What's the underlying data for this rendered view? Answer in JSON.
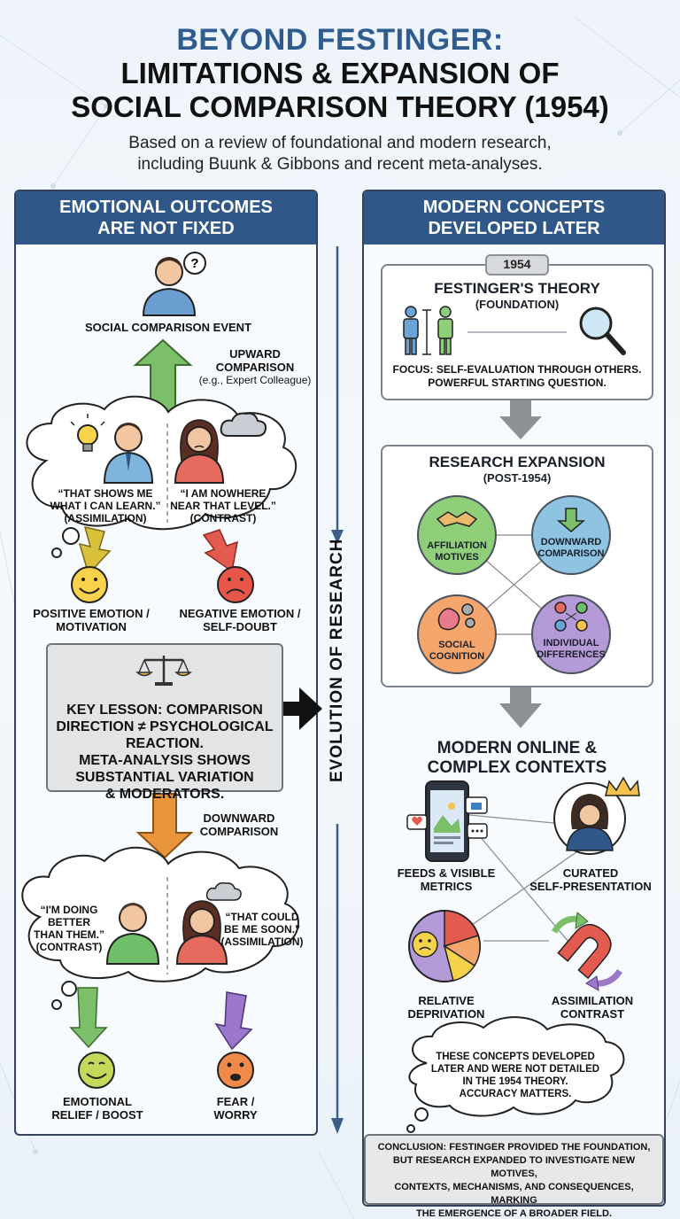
{
  "title": {
    "line1": "BEYOND FESTINGER:",
    "line2": "LIMITATIONS & EXPANSION OF",
    "line3": "SOCIAL COMPARISON THEORY (1954)"
  },
  "subtitle": {
    "line1": "Based on a review of foundational and modern research,",
    "line2": "including Buunk & Gibbons and recent meta-analyses."
  },
  "left_panel": {
    "header_line1": "EMOTIONAL OUTCOMES",
    "header_line2": "ARE NOT FIXED",
    "event_label": "SOCIAL COMPARISON EVENT",
    "upward": {
      "label_line1": "UPWARD",
      "label_line2": "COMPARISON",
      "label_line3": "(e.g., Expert Colleague)",
      "quote_left_l1": "“THAT SHOWS ME",
      "quote_left_l2": "WHAT I CAN LEARN.”",
      "quote_left_l3": "(ASSIMILATION)",
      "quote_right_l1": "“I AM NOWHERE",
      "quote_right_l2": "NEAR THAT LEVEL.”",
      "quote_right_l3": "(CONTRAST)",
      "outcome_pos_l1": "POSITIVE EMOTION /",
      "outcome_pos_l2": "MOTIVATION",
      "outcome_neg_l1": "NEGATIVE EMOTION /",
      "outcome_neg_l2": "SELF-DOUBT"
    },
    "key_lesson": {
      "line1": "KEY LESSON: COMPARISON",
      "line2": "DIRECTION ≠ PSYCHOLOGICAL",
      "line3": "REACTION.",
      "line4": "META-ANALYSIS SHOWS",
      "line5": "SUBSTANTIAL VARIATION",
      "line6": "& MODERATORS."
    },
    "downward": {
      "label_line1": "DOWNWARD",
      "label_line2": "COMPARISON",
      "quote_left_l1": "“I'M DOING",
      "quote_left_l2": "BETTER",
      "quote_left_l3": "THAN THEM.”",
      "quote_left_l4": "(CONTRAST)",
      "quote_right_l1": "“THAT COULD",
      "quote_right_l2": "BE ME SOON.”",
      "quote_right_l3": "(ASSIMILATION)",
      "outcome_relief_l1": "EMOTIONAL",
      "outcome_relief_l2": "RELIEF / BOOST",
      "outcome_fear_l1": "FEAR /",
      "outcome_fear_l2": "WORRY"
    }
  },
  "center": {
    "vertical_label": "EVOLUTION OF RESEARCH"
  },
  "right_panel": {
    "header_line1": "MODERN CONCEPTS",
    "header_line2": "DEVELOPED LATER",
    "year_badge": "1954",
    "theory": {
      "title": "FESTINGER'S THEORY",
      "subtitle": "(FOUNDATION)",
      "focus_line1": "FOCUS: SELF-EVALUATION THROUGH OTHERS.",
      "focus_line2": "POWERFUL STARTING QUESTION."
    },
    "expansion": {
      "title": "RESEARCH EXPANSION",
      "subtitle": "(POST-1954)",
      "items": [
        {
          "l1": "AFFILIATION",
          "l2": "MOTIVES"
        },
        {
          "l1": "DOWNWARD",
          "l2": "COMPARISON"
        },
        {
          "l1": "SOCIAL",
          "l2": "COGNITION"
        },
        {
          "l1": "INDIVIDUAL",
          "l2": "DIFFERENCES"
        }
      ]
    },
    "modern": {
      "title_line1": "MODERN ONLINE &",
      "title_line2": "COMPLEX CONTEXTS",
      "feeds_l1": "FEEDS & VISIBLE",
      "feeds_l2": "METRICS",
      "curated_l1": "CURATED",
      "curated_l2": "SELF-PRESENTATION",
      "relative_l1": "RELATIVE",
      "relative_l2": "DEPRIVATION",
      "assim_l1": "ASSIMILATION",
      "assim_l2": "CONTRAST"
    },
    "note": {
      "line1": "THESE CONCEPTS DEVELOPED",
      "line2": "LATER AND WERE NOT DETAILED",
      "line3": "IN THE 1954 THEORY.",
      "line4": "ACCURACY MATTERS."
    },
    "conclusion": {
      "line1": "CONCLUSION: FESTINGER PROVIDED THE FOUNDATION,",
      "line2": "BUT RESEARCH EXPANDED TO INVESTIGATE NEW MOTIVES,",
      "line3": "CONTEXTS, MECHANISMS, AND CONSEQUENCES, MARKING",
      "line4": "THE EMERGENCE OF A BROADER FIELD."
    }
  },
  "colors": {
    "header_blue": "#2f5787",
    "title_blue": "#2f5c8f",
    "arrow_green": "#7bbf6a",
    "arrow_orange": "#e9953c",
    "arrow_red": "#e35b4f",
    "arrow_yellow": "#d9c13b",
    "arrow_purple": "#9b78c9",
    "circle_green": "#8fcf7a",
    "circle_blue": "#8ec3e2",
    "circle_orange": "#f4a66d",
    "circle_purple": "#b49ad6"
  }
}
